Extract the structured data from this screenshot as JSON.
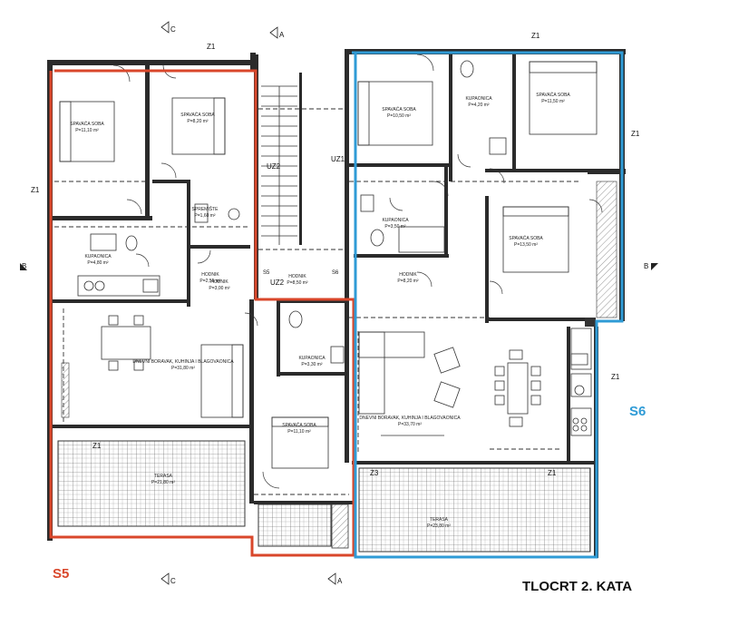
{
  "title": "TLOCRT 2. KATA",
  "units": {
    "s5": {
      "label": "S5",
      "color": "#d9472b"
    },
    "s6": {
      "label": "S6",
      "color": "#2f9bd6"
    }
  },
  "section_marks": {
    "a": "A",
    "b": "B",
    "c": "C"
  },
  "wall_tags": {
    "z1": "Z1",
    "z3": "Z3",
    "uz1": "UZ1",
    "uz2": "UZ2",
    "s5mark": "S5",
    "s6mark": "S6"
  },
  "rooms": [
    {
      "id": "s5-bed1",
      "name": "SPAVAĆA SOBA",
      "area": "P=11,10 m²"
    },
    {
      "id": "s5-bed2",
      "name": "SPAVAĆA SOBA",
      "area": "P=8,20 m²"
    },
    {
      "id": "s5-storage",
      "name": "SPREMIŠTE",
      "area": "P=1,60 m²"
    },
    {
      "id": "s5-hall1",
      "name": "HODNIK",
      "area": "P=2,55 m²"
    },
    {
      "id": "s5-bath",
      "name": "KUPAONICA",
      "area": "P=4,80 m²"
    },
    {
      "id": "s5-hall2",
      "name": "HODNIK",
      "area": "P=3,00 m²"
    },
    {
      "id": "s5-living",
      "name": "DNEVNI BORAVAK, KUHINJA I BLAGOVAONICA",
      "area": "P=31,80 m²"
    },
    {
      "id": "s5-terrace",
      "name": "TERASA",
      "area": "P=21,80 m²"
    },
    {
      "id": "stair-hall",
      "name": "HODNIK",
      "area": "P=8,50 m²"
    },
    {
      "id": "s5-bath2",
      "name": "KUPAONICA",
      "area": "P=3,30 m²"
    },
    {
      "id": "s5-bed3",
      "name": "SPAVAĆA SOBA",
      "area": "P=11,10 m²"
    },
    {
      "id": "s6-bed1",
      "name": "SPAVAĆA SOBA",
      "area": "P=10,50 m²"
    },
    {
      "id": "s6-bath1",
      "name": "KUPAONICA",
      "area": "P=4,20 m²"
    },
    {
      "id": "s6-bed2",
      "name": "SPAVAĆA SOBA",
      "area": "P=11,50 m²"
    },
    {
      "id": "s6-bath2",
      "name": "KUPAONICA",
      "area": "P=3,50 m²"
    },
    {
      "id": "s6-hall",
      "name": "HODNIK",
      "area": "P=8,20 m²"
    },
    {
      "id": "s6-bed3",
      "name": "SPAVAĆA SOBA",
      "area": "P=13,50 m²"
    },
    {
      "id": "s6-living",
      "name": "DNEVNI BORAVAK, KUHINJA I BLAGOVAONICA",
      "area": "P=33,70 m²"
    },
    {
      "id": "s6-terrace",
      "name": "TERASA",
      "area": "P=23,80 m²"
    }
  ]
}
